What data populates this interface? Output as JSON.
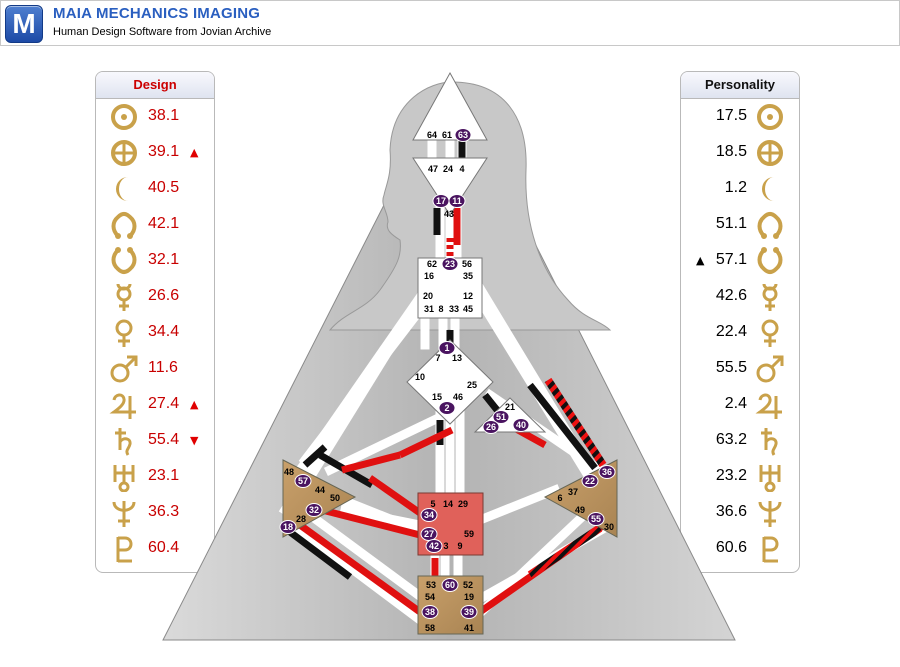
{
  "header": {
    "logo_letter": "M",
    "title": "MAIA MECHANICS IMAGING",
    "subtitle": "Human Design Software from Jovian Archive"
  },
  "colors": {
    "design_red": "#cc0000",
    "title_blue": "#2a5fc0",
    "center_gold": "#b8905a",
    "sacral_red": "#e0615a",
    "gate_circle": "#4a1460"
  },
  "design": {
    "title": "Design",
    "rows": [
      {
        "icon": "sun-icon",
        "value": "38.1",
        "mark": ""
      },
      {
        "icon": "earth-icon",
        "value": "39.1",
        "mark": "▲"
      },
      {
        "icon": "moon-icon",
        "value": "40.5",
        "mark": ""
      },
      {
        "icon": "north-node-icon",
        "value": "42.1",
        "mark": ""
      },
      {
        "icon": "south-node-icon",
        "value": "32.1",
        "mark": ""
      },
      {
        "icon": "mercury-icon",
        "value": "26.6",
        "mark": ""
      },
      {
        "icon": "venus-icon",
        "value": "34.4",
        "mark": ""
      },
      {
        "icon": "mars-icon",
        "value": "11.6",
        "mark": ""
      },
      {
        "icon": "jupiter-icon",
        "value": "27.4",
        "mark": "▲"
      },
      {
        "icon": "saturn-icon",
        "value": "55.4",
        "mark": "▼"
      },
      {
        "icon": "uranus-icon",
        "value": "23.1",
        "mark": ""
      },
      {
        "icon": "neptune-icon",
        "value": "36.3",
        "mark": ""
      },
      {
        "icon": "pluto-icon",
        "value": "60.4",
        "mark": ""
      }
    ]
  },
  "personality": {
    "title": "Personality",
    "rows": [
      {
        "icon": "sun-icon",
        "value": "17.5",
        "mark": ""
      },
      {
        "icon": "earth-icon",
        "value": "18.5",
        "mark": ""
      },
      {
        "icon": "moon-icon",
        "value": "1.2",
        "mark": ""
      },
      {
        "icon": "north-node-icon",
        "value": "51.1",
        "mark": ""
      },
      {
        "icon": "south-node-icon",
        "value": "57.1",
        "mark": "▲"
      },
      {
        "icon": "mercury-icon",
        "value": "42.6",
        "mark": ""
      },
      {
        "icon": "venus-icon",
        "value": "22.4",
        "mark": ""
      },
      {
        "icon": "mars-icon",
        "value": "55.5",
        "mark": ""
      },
      {
        "icon": "jupiter-icon",
        "value": "2.4",
        "mark": ""
      },
      {
        "icon": "saturn-icon",
        "value": "63.2",
        "mark": ""
      },
      {
        "icon": "uranus-icon",
        "value": "23.2",
        "mark": ""
      },
      {
        "icon": "neptune-icon",
        "value": "36.6",
        "mark": ""
      },
      {
        "icon": "pluto-icon",
        "value": "60.6",
        "mark": ""
      }
    ]
  },
  "bodygraph": {
    "gates": [
      {
        "n": "64",
        "a": false
      },
      {
        "n": "61",
        "a": false
      },
      {
        "n": "63",
        "a": true
      },
      {
        "n": "47",
        "a": false
      },
      {
        "n": "24",
        "a": false
      },
      {
        "n": "4",
        "a": false
      },
      {
        "n": "17",
        "a": true
      },
      {
        "n": "11",
        "a": true
      },
      {
        "n": "43",
        "a": false
      },
      {
        "n": "62",
        "a": false
      },
      {
        "n": "23",
        "a": true
      },
      {
        "n": "56",
        "a": false
      },
      {
        "n": "16",
        "a": false
      },
      {
        "n": "35",
        "a": false
      },
      {
        "n": "20",
        "a": false
      },
      {
        "n": "12",
        "a": false
      },
      {
        "n": "31",
        "a": false
      },
      {
        "n": "8",
        "a": false
      },
      {
        "n": "33",
        "a": false
      },
      {
        "n": "45",
        "a": false
      },
      {
        "n": "1",
        "a": true
      },
      {
        "n": "7",
        "a": false
      },
      {
        "n": "13",
        "a": false
      },
      {
        "n": "10",
        "a": false
      },
      {
        "n": "25",
        "a": false
      },
      {
        "n": "15",
        "a": false
      },
      {
        "n": "46",
        "a": false
      },
      {
        "n": "2",
        "a": true
      },
      {
        "n": "21",
        "a": false
      },
      {
        "n": "51",
        "a": true
      },
      {
        "n": "26",
        "a": true
      },
      {
        "n": "40",
        "a": true
      },
      {
        "n": "48",
        "a": false
      },
      {
        "n": "57",
        "a": true
      },
      {
        "n": "44",
        "a": false
      },
      {
        "n": "50",
        "a": false
      },
      {
        "n": "32",
        "a": true
      },
      {
        "n": "28",
        "a": false
      },
      {
        "n": "18",
        "a": true
      },
      {
        "n": "5",
        "a": false
      },
      {
        "n": "14",
        "a": false
      },
      {
        "n": "29",
        "a": false
      },
      {
        "n": "34",
        "a": true
      },
      {
        "n": "27",
        "a": true
      },
      {
        "n": "59",
        "a": false
      },
      {
        "n": "42",
        "a": true
      },
      {
        "n": "3",
        "a": false
      },
      {
        "n": "9",
        "a": false
      },
      {
        "n": "36",
        "a": true
      },
      {
        "n": "22",
        "a": true
      },
      {
        "n": "37",
        "a": false
      },
      {
        "n": "6",
        "a": false
      },
      {
        "n": "49",
        "a": false
      },
      {
        "n": "55",
        "a": true
      },
      {
        "n": "30",
        "a": false
      },
      {
        "n": "53",
        "a": false
      },
      {
        "n": "60",
        "a": true
      },
      {
        "n": "52",
        "a": false
      },
      {
        "n": "54",
        "a": false
      },
      {
        "n": "19",
        "a": false
      },
      {
        "n": "38",
        "a": true
      },
      {
        "n": "39",
        "a": true
      },
      {
        "n": "58",
        "a": false
      },
      {
        "n": "41",
        "a": false
      }
    ]
  }
}
